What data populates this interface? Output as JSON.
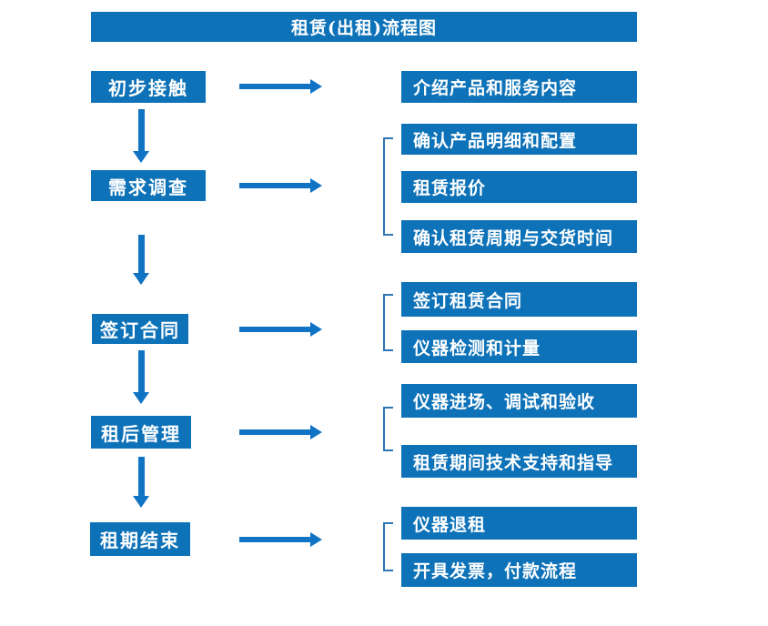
{
  "flow": {
    "title": "租赁(出租)流程图",
    "steps": [
      "初步接触",
      "需求调查",
      "签订合同",
      "租后管理",
      "租期结束"
    ],
    "details": {
      "group0": [
        "介绍产品和服务内容"
      ],
      "group1": [
        "确认产品明细和配置",
        "租赁报价",
        "确认租赁周期与交货时间"
      ],
      "group2": [
        "签订租赁合同",
        "仪器检测和计量"
      ],
      "group3": [
        "仪器进场、调试和验收",
        "租赁期间技术支持和指导"
      ],
      "group4": [
        "仪器退租",
        "开具发票，付款流程"
      ]
    },
    "colors": {
      "box_blue": "#0e72b8",
      "arrow_blue": "#1173c4",
      "bracket_blue": "#2e75b6",
      "text_white": "#ffffff",
      "background": "#ffffff"
    }
  }
}
